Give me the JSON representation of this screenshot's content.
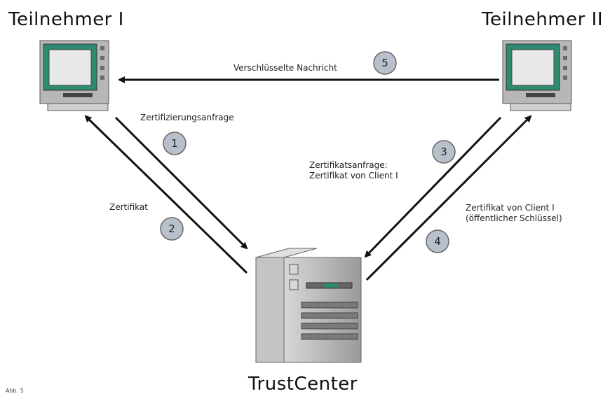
{
  "participants": {
    "left": "Teilnehmer I",
    "right": "Teilnehmer II",
    "center": "TrustCenter"
  },
  "steps": [
    {
      "number": "1",
      "label": "Zertifizierungsanfrage"
    },
    {
      "number": "2",
      "label": "Zertifikat"
    },
    {
      "number": "3",
      "label_line1": "Zertifikatsanfrage:",
      "label_line2": "Zertifikat von Client I"
    },
    {
      "number": "4",
      "label_line1": "Zertifikat von Client I",
      "label_line2": "(öffentlicher Schlüssel)"
    },
    {
      "number": "5",
      "label": "Verschlüsselte Nachricht"
    }
  ],
  "caption": "Abb. 5"
}
